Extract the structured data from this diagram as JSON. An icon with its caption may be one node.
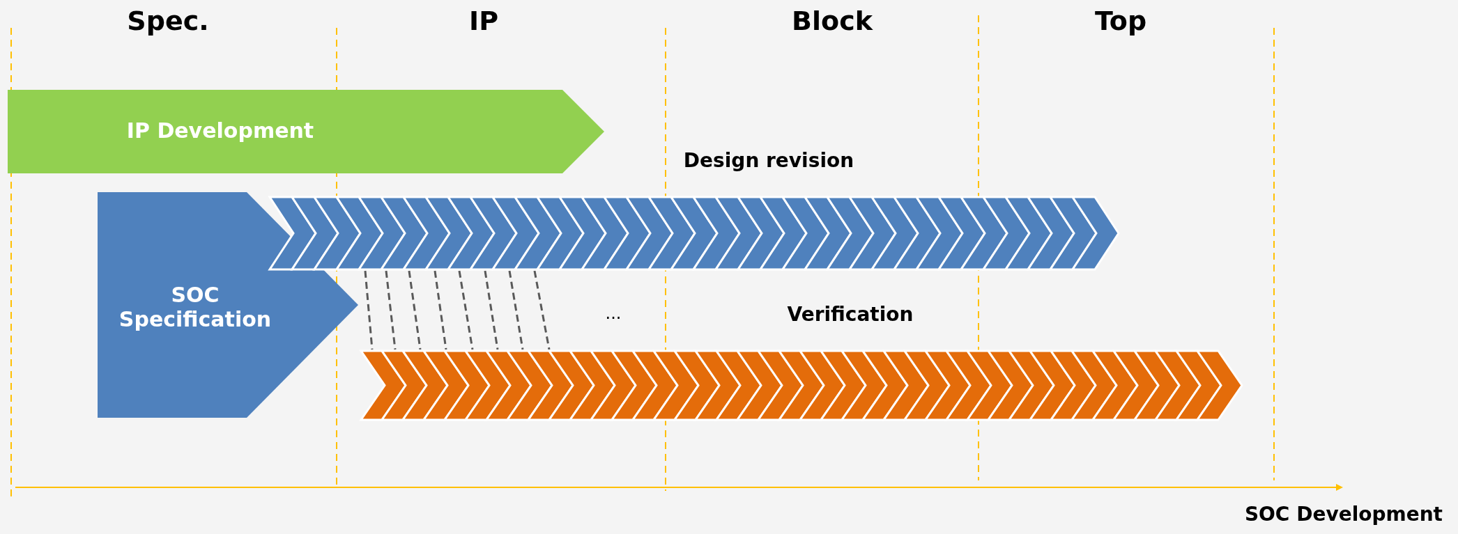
{
  "diagram": {
    "nodes": [
      {
        "text": [
          "IP Development"
        ]
      },
      {
        "text": [
          "SOC Specification"
        ]
      },
      {
        "text": [
          "Design revision"
        ]
      },
      {
        "text": [
          "Verification"
        ]
      }
    ],
    "edges": [
      {
        "from": 2,
        "to": 3,
        "arrow": "none",
        "style": "dashed"
      },
      {
        "from": 2,
        "to": 3,
        "arrow": "none",
        "style": "dashed"
      },
      {
        "from": 2,
        "to": 3,
        "arrow": "none",
        "style": "dashed"
      },
      {
        "from": 2,
        "to": 3,
        "arrow": "none",
        "style": "dashed"
      },
      {
        "from": 2,
        "to": 3,
        "arrow": "none",
        "style": "dashed"
      },
      {
        "from": 2,
        "to": 3,
        "arrow": "none",
        "style": "dashed"
      },
      {
        "from": 2,
        "to": 3,
        "arrow": "none",
        "style": "dashed"
      },
      {
        "from": 2,
        "to": 3,
        "arrow": "none",
        "style": "dashed"
      }
    ],
    "labels": [
      "Spec.",
      "IP",
      "Block",
      "Top",
      "...",
      "SOC Development"
    ]
  }
}
